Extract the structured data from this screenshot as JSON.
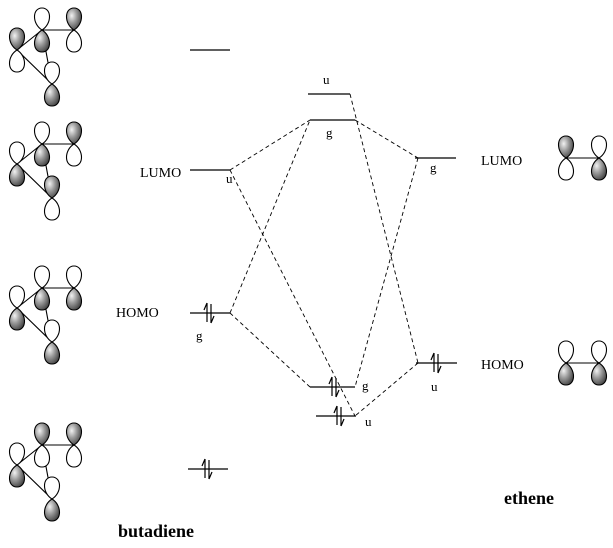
{
  "butadiene": {
    "name": "butadiene",
    "lumo_label": "LUMO",
    "lumo_symmetry": "u",
    "homo_label": "HOMO",
    "homo_symmetry": "g",
    "orbitals": [
      {
        "phases": [
          "up",
          "down",
          "down",
          "up"
        ],
        "occupied": false
      },
      {
        "phases": [
          "down",
          "down",
          "up",
          "up"
        ],
        "occupied": false
      },
      {
        "phases": [
          "down",
          "down",
          "down",
          "down"
        ],
        "occupied": true
      },
      {
        "phases": [
          "down",
          "up",
          "down",
          "up"
        ],
        "occupied": true
      }
    ]
  },
  "ethene": {
    "name": "ethene",
    "lumo_label": "LUMO",
    "lumo_symmetry": "g",
    "homo_label": "HOMO",
    "homo_symmetry": "u",
    "orbitals": [
      {
        "phases": [
          "up",
          "down"
        ],
        "occupied": false
      },
      {
        "phases": [
          "down",
          "down"
        ],
        "occupied": true
      }
    ]
  },
  "transition_state": {
    "levels": [
      {
        "symmetry": "u",
        "occupied": false
      },
      {
        "symmetry": "g",
        "occupied": false
      },
      {
        "symmetry": "g",
        "occupied": true
      },
      {
        "symmetry": "u",
        "occupied": true
      }
    ]
  }
}
